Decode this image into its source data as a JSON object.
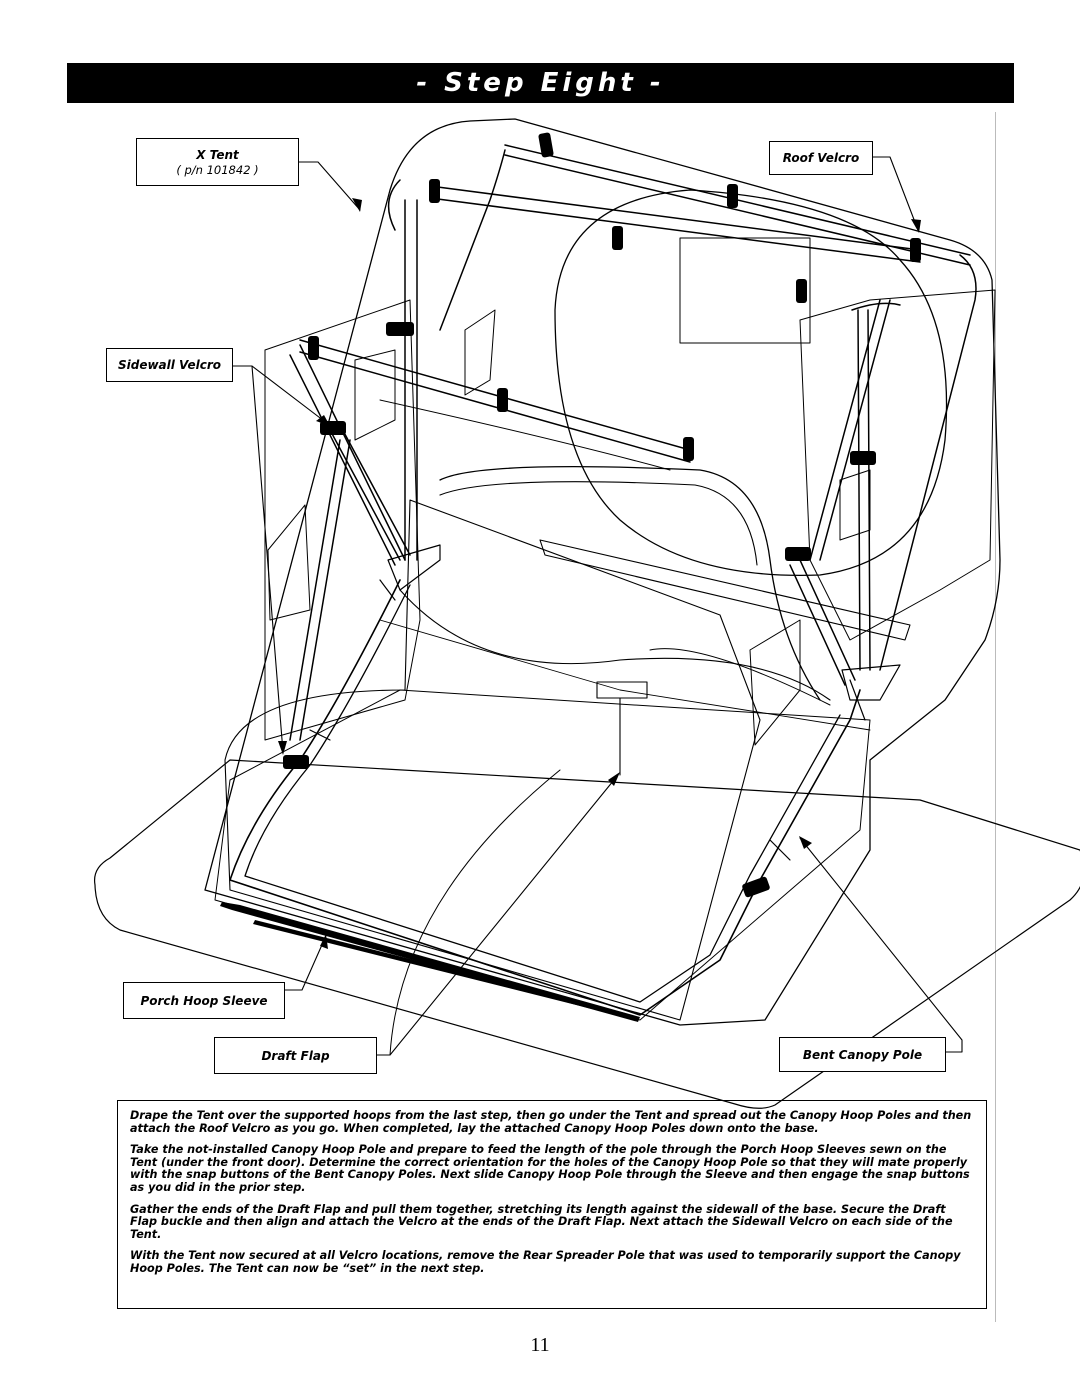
{
  "header": {
    "title": "- Step Eight -"
  },
  "callouts": {
    "x_tent": {
      "label": "X Tent",
      "sub": "( p/n 101842 )"
    },
    "roof_velcro": "Roof Velcro",
    "sidewall_velcro": "Sidewall Velcro",
    "porch_hoop_sleeve": "Porch Hoop Sleeve",
    "draft_flap": "Draft Flap",
    "bent_canopy_pole": "Bent Canopy Pole"
  },
  "instructions": [
    "Drape the Tent over the supported hoops from the last step, then go under the Tent and spread out the Canopy Hoop Poles and then attach the Roof Velcro as you go. When completed, lay the attached Canopy Hoop Poles down onto the base.",
    "Take the not-installed Canopy Hoop Pole and prepare to feed the length of the pole through the Porch Hoop Sleeves sewn on the Tent (under the front door).  Determine the correct orientation for the holes of the Canopy Hoop Pole so that they will mate properly with the snap buttons of the Bent Canopy Poles. Next slide Canopy Hoop Pole through the Sleeve and then engage the snap buttons as you did in the prior step.",
    "Gather the ends of the Draft Flap and pull them together, stretching its length against the sidewall of the base.  Secure the Draft Flap buckle and then align and attach the Velcro at the ends of the Draft Flap.  Next attach the Sidewall Velcro on each side of the Tent.",
    "With the Tent now secured at all Velcro locations, remove the Rear Spreader Pole that was used to temporarily support the Canopy Hoop Poles. The Tent can now be “set” in the next step."
  ],
  "page_number": "11"
}
